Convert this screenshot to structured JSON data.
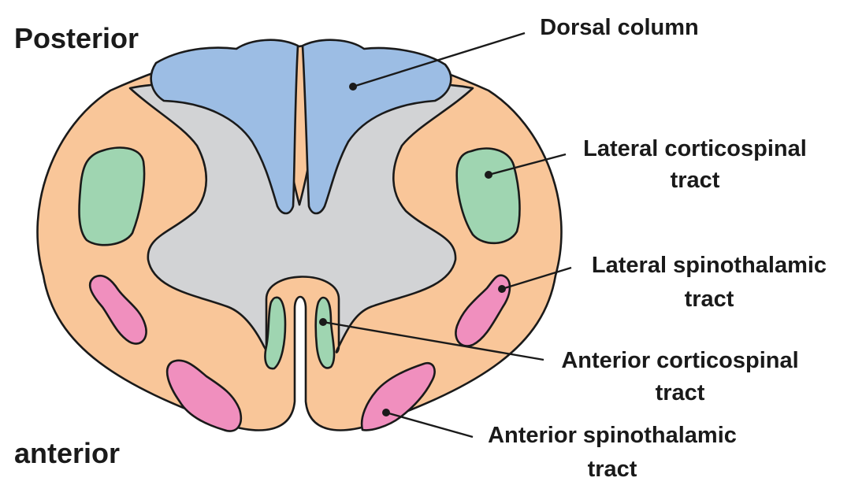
{
  "orientation": {
    "top": "Posterior",
    "bottom": "anterior"
  },
  "labels": {
    "dorsal_column": [
      "Dorsal column"
    ],
    "lateral_corticospinal": [
      "Lateral corticospinal",
      "tract"
    ],
    "lateral_spinothalamic": [
      "Lateral spinothalamic",
      "tract"
    ],
    "anterior_corticospinal": [
      "Anterior corticospinal",
      "tract"
    ],
    "anterior_spinothalamic": [
      "Anterior spinothalamic",
      "tract"
    ]
  },
  "colors": {
    "white_matter": "#f9c699",
    "grey_matter": "#d2d3d5",
    "dorsal_column": "#9cbde4",
    "corticospinal": "#9fd5b1",
    "spinothalamic": "#f08fbe",
    "outline": "#1a1a1a"
  }
}
